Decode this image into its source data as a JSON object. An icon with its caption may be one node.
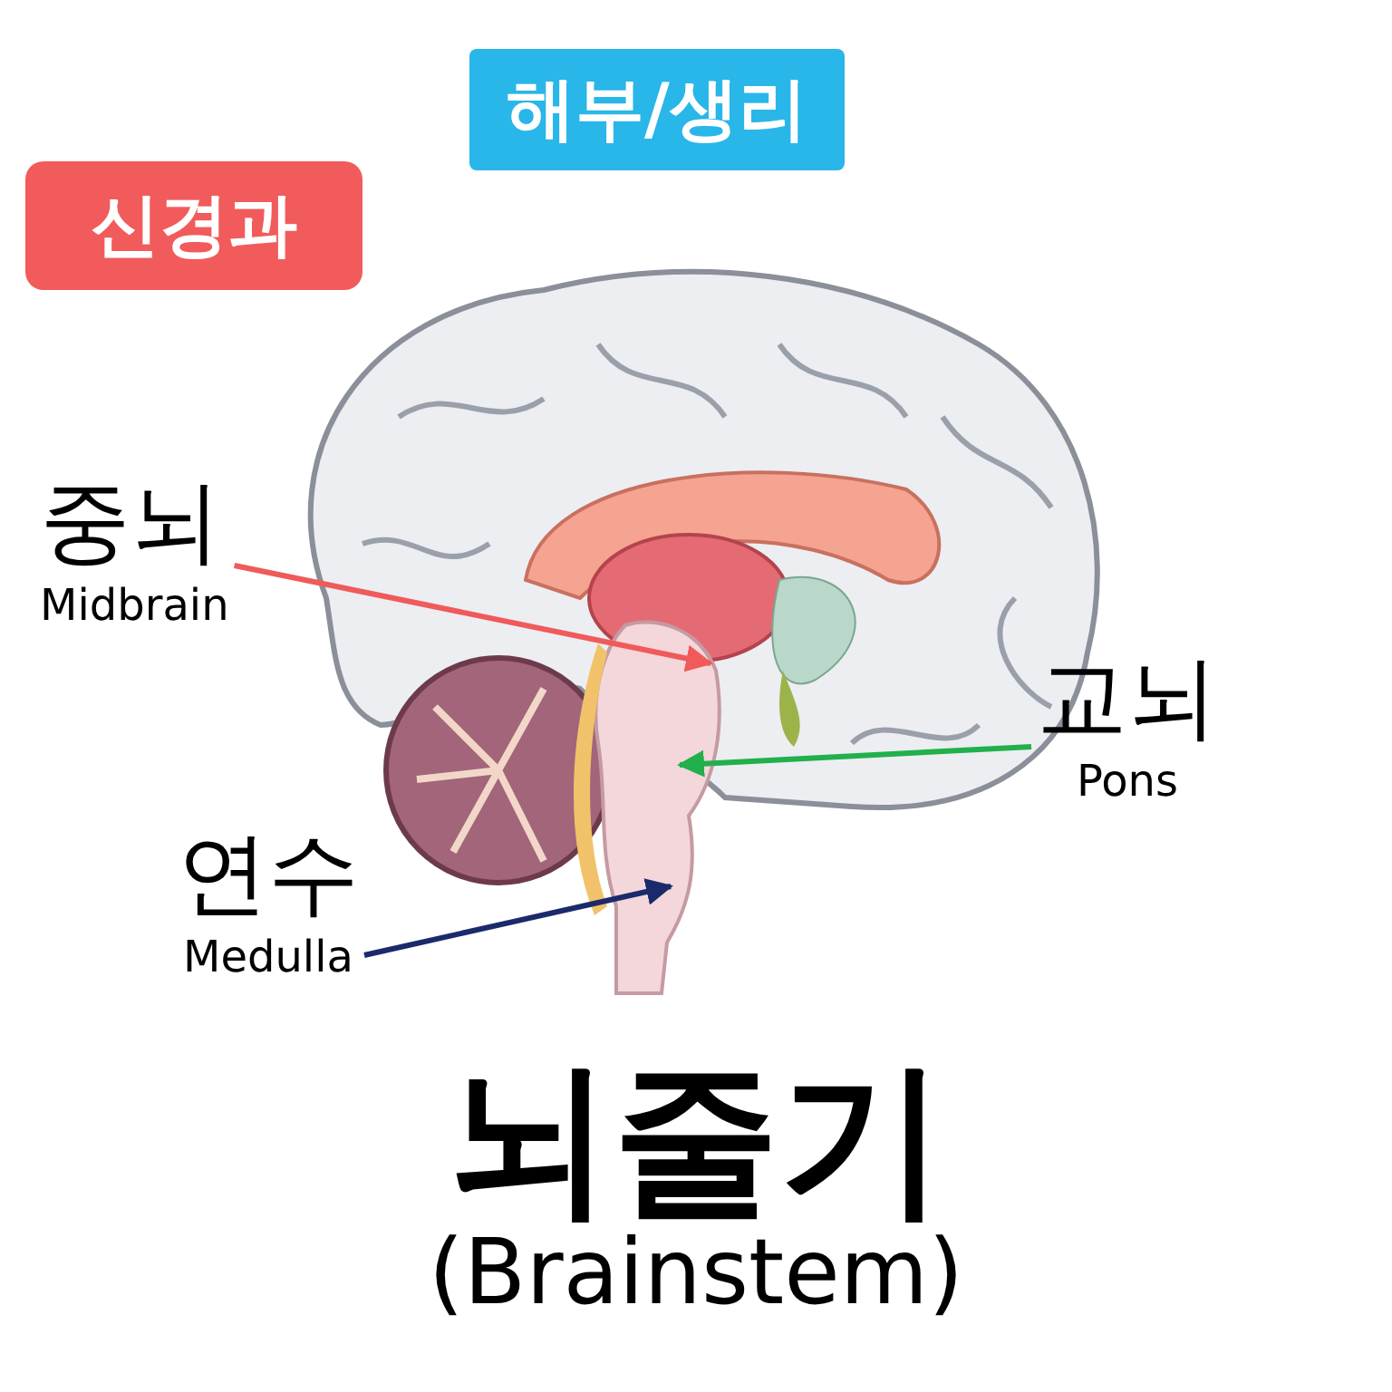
{
  "diagram": {
    "nodes": [
      {
        "text": [
          "해부/생리"
        ]
      },
      {
        "text": [
          "신경과"
        ]
      },
      {
        "text": [
          "중뇌",
          "Midbrain"
        ]
      },
      {
        "text": [
          "교뇌",
          "Pons"
        ]
      },
      {
        "text": [
          "연수",
          "Medulla"
        ]
      }
    ],
    "edges": [
      {
        "from": 2,
        "to": null,
        "arrow": "to",
        "color": "#f05a5a"
      },
      {
        "from": 3,
        "to": null,
        "arrow": "to",
        "color": "#21b04b"
      },
      {
        "from": 4,
        "to": null,
        "arrow": "to",
        "color": "#1b2a6b"
      }
    ],
    "labels": [
      "뇌줄기",
      "(Brainstem)"
    ]
  }
}
